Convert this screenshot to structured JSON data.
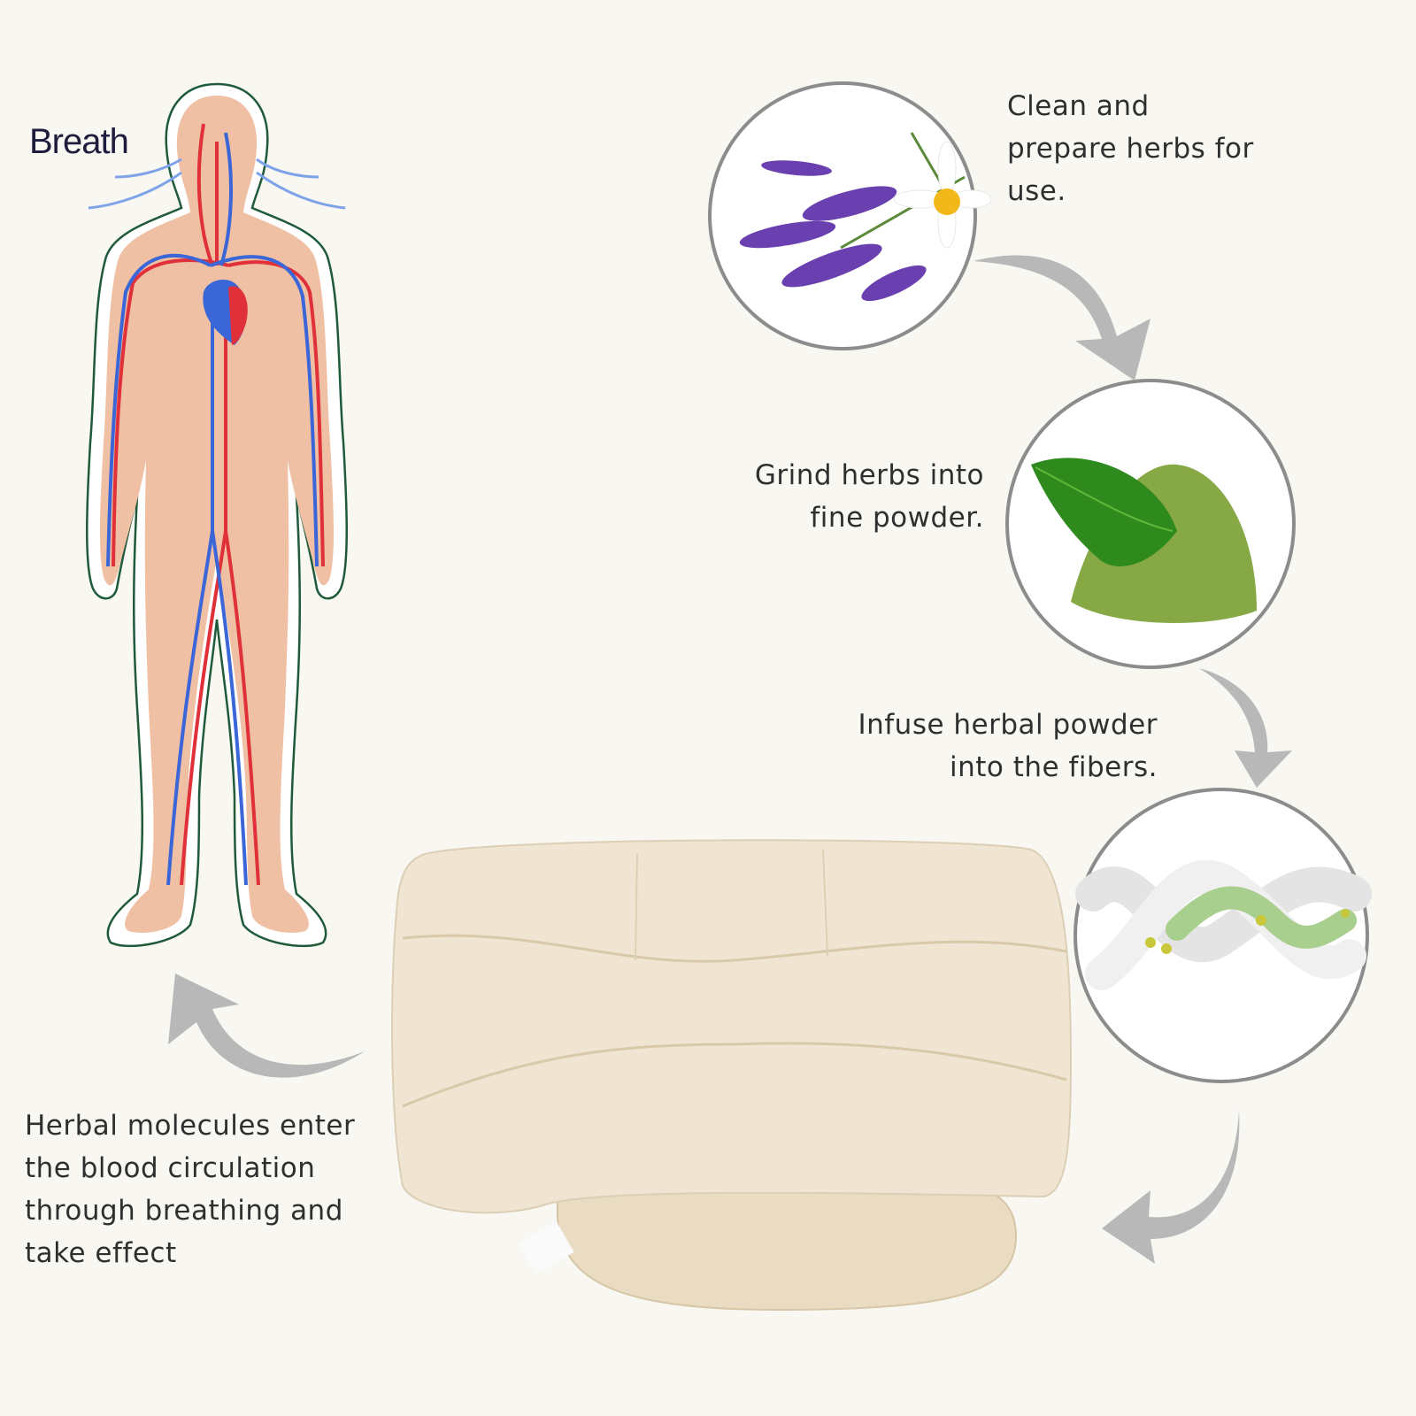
{
  "figure": {
    "label": "Breath"
  },
  "steps": [
    {
      "lines": [
        "Clean and",
        "prepare herbs for",
        "use."
      ],
      "image": "lavender-chamomile"
    },
    {
      "lines": [
        "Grind herbs into",
        "fine powder."
      ],
      "image": "herb-powder"
    },
    {
      "lines": [
        "Infuse herbal powder",
        "into the fibers."
      ],
      "image": "infused-fibers"
    },
    {
      "lines": [
        "Herbal molecules enter",
        "the blood circulation",
        "through breathing and",
        "take effect"
      ],
      "image": "herbal-pillow"
    }
  ],
  "colors": {
    "background": "#f8f7f2",
    "arrow": "#b8b8b8",
    "circle_border": "#8c8c8c",
    "artery": "#e0303a",
    "vein": "#3a66d8",
    "pillow": "#ede3cf"
  }
}
